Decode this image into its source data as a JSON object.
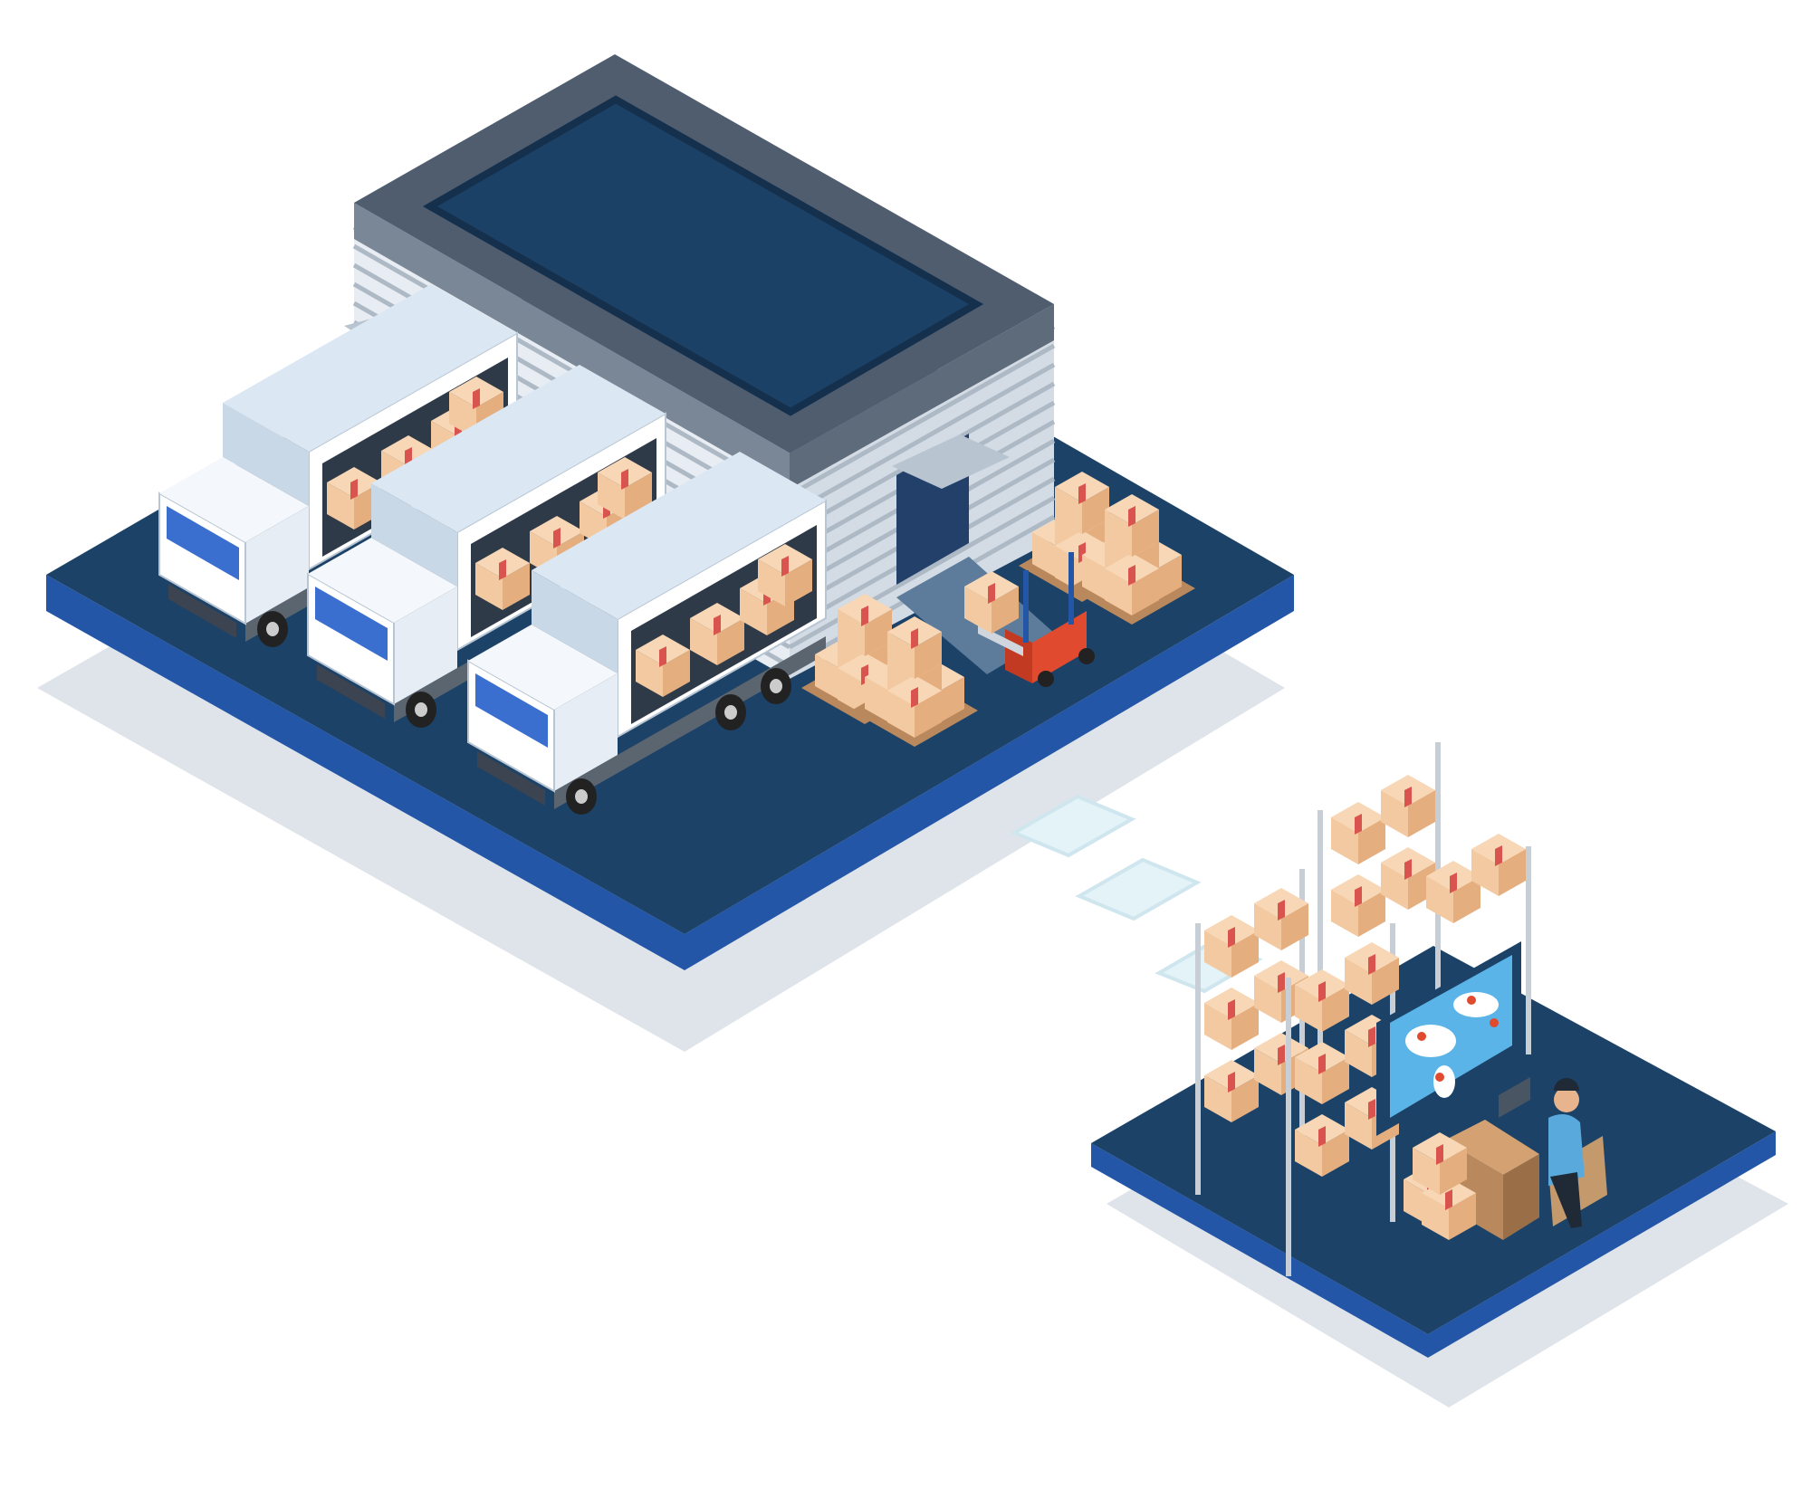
{
  "scene": {
    "description_tags": [
      "warehouse-platform",
      "office-platform",
      "connector-tiles"
    ],
    "colors": {
      "background": "#ffffff",
      "platform_top": "#1c4268",
      "platform_edge": "#2456a8",
      "platform_shadow": "#dfe4ea",
      "roof_frame": "#4f5d6e",
      "roof_inner": "#1b4166",
      "wall_light": "#e8edf3",
      "wall_stripe": "#aeb9c6",
      "door": "#22406a",
      "truck_body": "#f2f5f9",
      "truck_side": "#dce8f3",
      "cargo_box": "#e8b486",
      "cargo_tape": "#d9534f",
      "forklift": "#e04a2e",
      "connector": "#e3f3f7"
    }
  }
}
